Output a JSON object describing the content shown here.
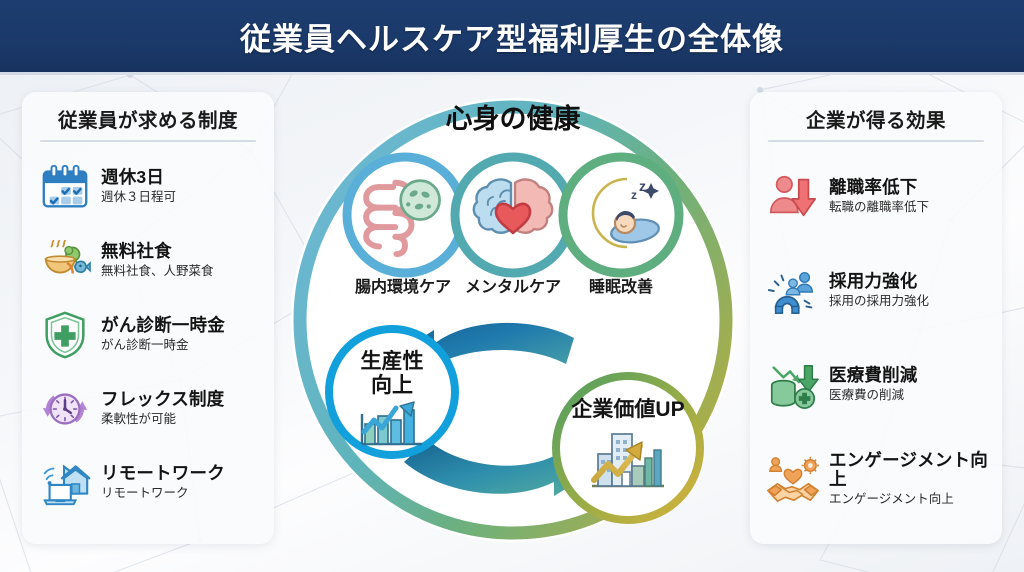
{
  "header": {
    "title": "従業員ヘルスケア型福利厚生の全体像",
    "bg_color": "#1b3a6b"
  },
  "left_panel": {
    "title": "従業員が求める制度",
    "items": [
      {
        "icon": "calendar-icon",
        "title": "週休3日",
        "sub": "週休３日程可",
        "color": "#2e7fc1"
      },
      {
        "icon": "meal-bowl-icon",
        "title": "無料社食",
        "sub": "無料社食、人野菜食",
        "color": "#e0a33f"
      },
      {
        "icon": "shield-cross-icon",
        "title": "がん診断一時金",
        "sub": "がん診断一時金",
        "color": "#3f9f62"
      },
      {
        "icon": "flex-clock-icon",
        "title": "フレックス制度",
        "sub": "柔軟性が可能",
        "color": "#9b6fc0"
      },
      {
        "icon": "remote-work-icon",
        "title": "リモートワーク",
        "sub": "リモートワーク",
        "color": "#3e9ad6"
      }
    ]
  },
  "right_panel": {
    "title": "企業が得る効果",
    "items": [
      {
        "icon": "turnover-down-icon",
        "title": "離職率低下",
        "sub": "転職の離職率低下",
        "color": "#e8757a"
      },
      {
        "icon": "magnet-recruit-icon",
        "title": "採用力強化",
        "sub": "採用の採用力強化",
        "color": "#3f8fd0"
      },
      {
        "icon": "medical-cost-down-icon",
        "title": "医療費削減",
        "sub": "医療費の削減",
        "color": "#4aa567"
      },
      {
        "icon": "handshake-engagement-icon",
        "title": "エンゲージメント向上",
        "sub": "エンゲージメント向上",
        "color": "#f0a258"
      }
    ]
  },
  "center": {
    "main_label": "心身の健康",
    "health_nodes": [
      {
        "icon": "intestine-icon",
        "label": "腸内環境ケア",
        "ring_color": "#5aafd8"
      },
      {
        "icon": "brain-heart-icon",
        "label": "メンタルケア",
        "ring_color": "#52a9b0"
      },
      {
        "icon": "sleep-moon-icon",
        "label": "睡眠改善",
        "ring_color": "#5fae7f"
      }
    ],
    "outcome_nodes": [
      {
        "icon": "bar-chart-up-icon",
        "label_line1": "生産性",
        "label_line2": "向上",
        "ring_color": "#12a0dc"
      },
      {
        "icon": "building-growth-icon",
        "label_line1": "企業価値UP",
        "label_line2": "",
        "ring_color": "#8aa63f"
      }
    ],
    "ring_gradient": {
      "start": "#6cb8d4",
      "mid": "#4aa78f",
      "end": "#b2ad42"
    },
    "arrow_gradient": {
      "start": "#1a6fa8",
      "end": "#4fa9a6"
    }
  }
}
